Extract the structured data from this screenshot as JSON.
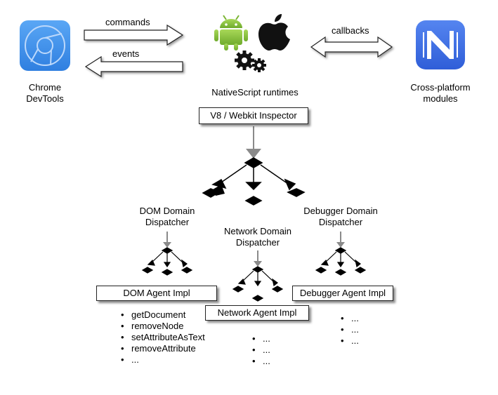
{
  "left_node": {
    "line1": "Chrome",
    "line2": "DevTools",
    "icon": "chrome-icon"
  },
  "right_node": {
    "line1": "Cross-platform",
    "line2": "modules",
    "icon": "nativescript-icon"
  },
  "center_node": {
    "label": "NativeScript runtimes",
    "icons": [
      "android-icon",
      "apple-icon",
      "gears-icon"
    ]
  },
  "arrows": {
    "commands": "commands",
    "events": "events",
    "callbacks": "callbacks"
  },
  "inspector": {
    "label": "V8 / Webkit Inspector"
  },
  "dispatchers": {
    "dom": {
      "line1": "DOM Domain",
      "line2": "Dispatcher"
    },
    "network": {
      "line1": "Network Domain",
      "line2": "Dispatcher"
    },
    "debugger": {
      "line1": "Debugger Domain",
      "line2": "Dispatcher"
    }
  },
  "agents": {
    "dom": {
      "label": "DOM Agent Impl",
      "methods": [
        "getDocument",
        "removeNode",
        "setAttributeAsText",
        "removeAttribute",
        "..."
      ]
    },
    "network": {
      "label": "Network Agent Impl",
      "methods": [
        "...",
        "...",
        "..."
      ]
    },
    "debugger": {
      "label": "Debugger Agent Impl",
      "methods": [
        "...",
        "...",
        "..."
      ]
    }
  },
  "colors": {
    "chrome_blue": "#3b8eea",
    "nativescript_blue": "#3d6fe8",
    "android_green": "#8cc63f",
    "connector_gray": "#8a8a8a"
  }
}
